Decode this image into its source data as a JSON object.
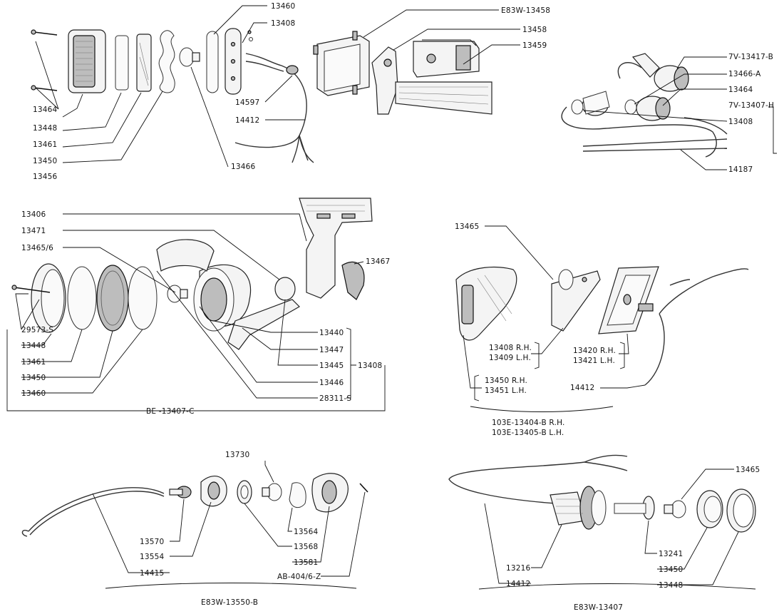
{
  "labels": {
    "a": {
      "l13464": "13464",
      "l13448": "13448",
      "l13461": "13461",
      "l13450": "13450",
      "l13456": "13456",
      "l13460": "13460",
      "l13408": "13408",
      "l14597": "14597",
      "l14412": "14412",
      "l13466": "13466",
      "lE83W13458": "E83W-13458",
      "l13458": "13458",
      "l13459": "13459"
    },
    "b": {
      "l7V13417B": "7V-13417-B",
      "l13466A": "13466-A",
      "l13464": "13464",
      "l7V13407H": "7V-13407-H",
      "l13408": "13408",
      "l14187": "14187"
    },
    "c": {
      "l13406": "13406",
      "l13471": "13471",
      "l134656": "13465/6",
      "l13467": "13467",
      "l29573S": "29573-S",
      "l13448": "13448",
      "l13461": "13461",
      "l13450": "13450",
      "l13460": "13460",
      "l13440": "13440",
      "l13447": "13447",
      "l13445": "13445",
      "l13446": "13446",
      "l28311S": "28311-S",
      "l13408": "13408",
      "lBE13407C": "BE -13407-C"
    },
    "d": {
      "l13465": "13465",
      "l13408RH": "13408 R.H.",
      "l13409LH": "13409 L.H.",
      "l13420RH": "13420 R.H.",
      "l13421LH": "13421 L.H.",
      "l13450RH": "13450 R.H.",
      "l13451LH": "13451 L.H.",
      "l14412": "14412",
      "l103E13404B": "103E-13404-B R.H.",
      "l103E13405B": "103E-13405-B L.H."
    },
    "e": {
      "l13730": "13730",
      "l13570": "13570",
      "l13554": "13554",
      "l13564": "13564",
      "l13568": "13568",
      "l13581": "13581",
      "l14415": "14415",
      "lAB4046Z": "AB-404/6-Z",
      "lE83W13550B": "E83W-13550-B"
    },
    "f": {
      "l13465": "13465",
      "l13216": "13216",
      "l13241": "13241",
      "l13450": "13450",
      "l14412": "14412",
      "l13448": "13448",
      "lE83W13407": "E83W-13407"
    }
  }
}
